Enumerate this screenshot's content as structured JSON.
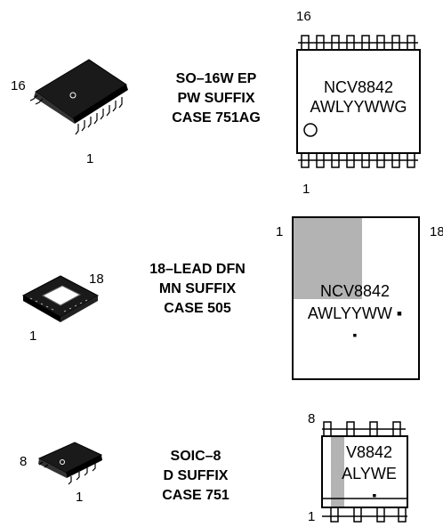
{
  "packages": [
    {
      "id": "so16w",
      "case_lines": [
        "SO–16W EP",
        "PW SUFFIX",
        "CASE 751AG"
      ],
      "package_pin_high": "16",
      "package_pin_low": "1",
      "marking_pin_high": "16",
      "marking_pin_low": "1",
      "marking_lines": [
        "NCV8842",
        "AWLYYWWG"
      ]
    },
    {
      "id": "dfn18",
      "case_lines": [
        "18–LEAD DFN",
        "MN SUFFIX",
        "CASE 505"
      ],
      "package_pin_high": "18",
      "package_pin_low": "1",
      "marking_pin_left": "1",
      "marking_pin_right": "18",
      "marking_lines": [
        "NCV8842",
        "AWLYYWW ▪",
        "▪"
      ]
    },
    {
      "id": "soic8",
      "case_lines": [
        "SOIC–8",
        "D SUFFIX",
        "CASE 751"
      ],
      "package_pin_high": "8",
      "package_pin_low": "1",
      "marking_pin_high": "8",
      "marking_pin_low": "1",
      "marking_lines": [
        "V8842",
        "ALYWE",
        "▪"
      ]
    }
  ],
  "colors": {
    "ink": "#000000",
    "pin1_shade": "#b3b3b3"
  }
}
